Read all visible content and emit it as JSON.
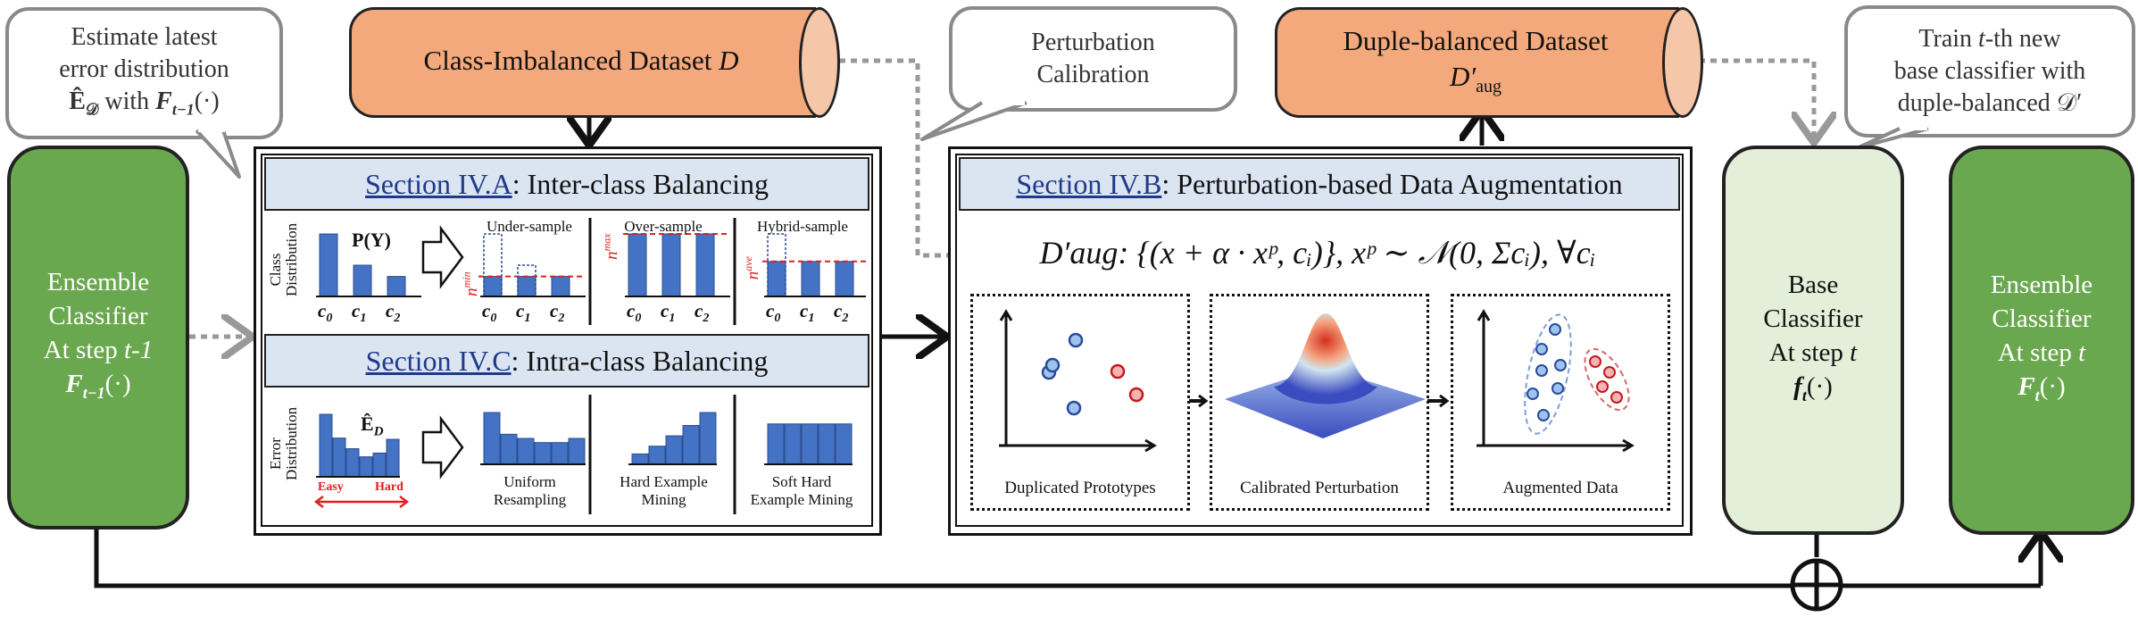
{
  "bubbles": {
    "estimate": {
      "line1": "Estimate latest",
      "line2": "error distribution",
      "line3_sym": "Ê",
      "line3_sub": "𝒟",
      "line3_with": "with",
      "line3_f": "F",
      "line3_fsub": "t−1",
      "line3_arg": "(·)"
    },
    "perturb": {
      "line1": "Perturbation",
      "line2": "Calibration"
    },
    "train": {
      "line1_pre": "Train",
      "line1_t": "t",
      "line1_post": "-th new",
      "line2": "base classifier with",
      "line3": "duple-balanced 𝒟′"
    }
  },
  "datasets": {
    "imbalanced": {
      "label": "Class-Imbalanced Dataset",
      "sym": "D"
    },
    "balanced": {
      "label": "Duple-balanced Dataset",
      "sym": "D′",
      "sub": "aug"
    }
  },
  "ensemble_prev": {
    "l1": "Ensemble",
    "l2": "Classifier",
    "l3": "At step",
    "l3_t": "t-1",
    "l4": "F",
    "l4_sub": "t−1",
    "l4_arg": "(·)"
  },
  "base_classifier": {
    "l1": "Base",
    "l2": "Classifier",
    "l3": "At step",
    "l3_t": "t",
    "l4": "f",
    "l4_sub": "t",
    "l4_arg": "(·)"
  },
  "ensemble_next": {
    "l1": "Ensemble",
    "l2": "Classifier",
    "l3": "At step",
    "l3_t": "t",
    "l4": "F",
    "l4_sub": "t",
    "l4_arg": "(·)"
  },
  "section_a": {
    "link": "Section IV.A",
    "title": ": Inter-class Balancing",
    "row_label_1": "Class",
    "row_label_2": "Distribution",
    "py": "P(Y)",
    "under": "Under-sample",
    "over": "Over-sample",
    "hybrid": "Hybrid-sample",
    "n_min": "n",
    "n_min_sup": "min",
    "n_max": "n",
    "n_max_sup": "max",
    "n_ave": "n",
    "n_ave_sup": "ave",
    "classes": [
      "c",
      "c",
      "c"
    ],
    "class_subs": [
      "0",
      "1",
      "2"
    ],
    "bars_orig": [
      1.0,
      0.5,
      0.32
    ],
    "bars_over": [
      1.0,
      1.0,
      1.0
    ],
    "bars_under": [
      0.32,
      0.32,
      0.32
    ],
    "bars_hybrid": [
      0.56,
      0.56,
      0.56
    ]
  },
  "section_c": {
    "link": "Section IV.C",
    "title": ": Intra-class Balancing",
    "row_label_1": "Error",
    "row_label_2": "Distribution",
    "ed": "Ê",
    "ed_sub": "D",
    "easy": "Easy",
    "hard": "Hard",
    "uniform_1": "Uniform",
    "uniform_2": "Resampling",
    "hard_1": "Hard Example",
    "hard_2": "Mining",
    "soft_1": "Soft Hard",
    "soft_2": "Example Mining",
    "bars_err": [
      1.0,
      0.62,
      0.45,
      0.32,
      0.38,
      0.6
    ],
    "bars_uniform": [
      1.0,
      0.58,
      0.5,
      0.42,
      0.42,
      0.5
    ],
    "bars_hem": [
      0.2,
      0.35,
      0.55,
      0.75,
      1.0
    ],
    "bars_soft": [
      0.78,
      0.78,
      0.78,
      0.78,
      0.78
    ]
  },
  "section_b": {
    "link": "Section IV.B",
    "title": ": Perturbation-based Data Augmentation",
    "formula": "D′aug: {(x + α · xᵖ, cᵢ)}, xᵖ ∼ 𝒩(0, Σcᵢ), ∀cᵢ",
    "dup": "Duplicated Prototypes",
    "cal": "Calibrated Perturbation",
    "aug": "Augmented Data"
  },
  "colors": {
    "green": "#6aa84f",
    "light_green": "#e3efd9",
    "orange": "#f4a97c",
    "bar_blue": "#4472c4",
    "red": "#e02020",
    "section_fill": "#dbe5f2"
  },
  "icons": [
    "arrow-right-icon",
    "arrow-down-icon",
    "arrow-up-icon",
    "circle-plus-icon",
    "hollow-arrow-icon"
  ]
}
